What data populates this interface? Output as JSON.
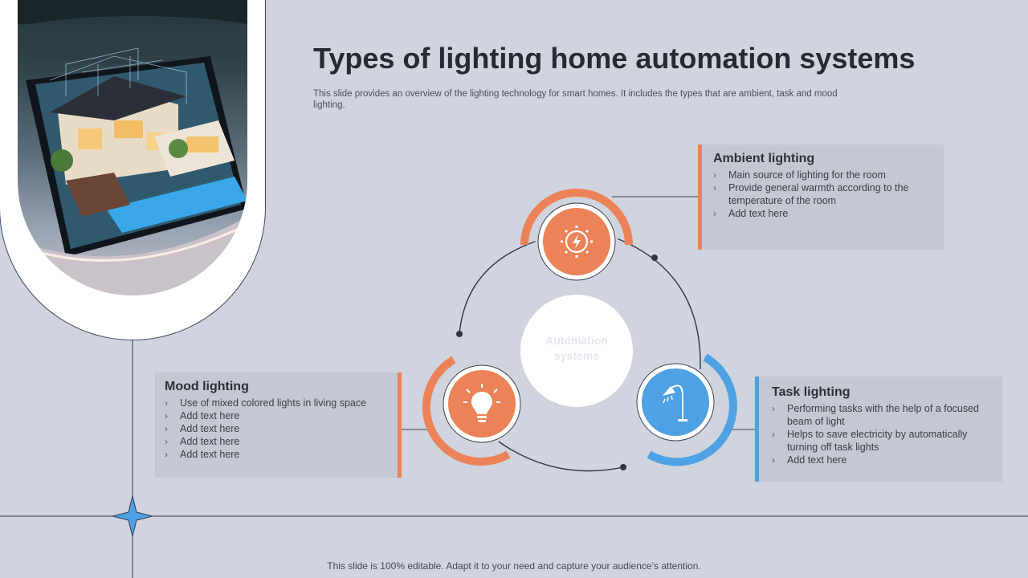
{
  "title": "Types of lighting home automation systems",
  "subtitle": "This slide provides an overview of the lighting technology for smart homes. It includes the types that are ambient, task and mood lighting.",
  "center": {
    "line1": "Automation",
    "line2": "systems"
  },
  "ambient": {
    "heading": "Ambient lighting",
    "items": [
      "Main source of lighting for the room",
      "Provide general warmth according to the temperature of the room",
      "Add text here"
    ]
  },
  "mood": {
    "heading": "Mood lighting",
    "items": [
      "Use of mixed colored lights in living space",
      "Add text here",
      "Add text here",
      "Add text here",
      "Add text here"
    ]
  },
  "task": {
    "heading": "Task lighting",
    "items": [
      "Performing tasks with the help of a focused beam of light",
      "Helps to save electricity by automatically turning off task lights",
      "Add text here"
    ]
  },
  "footer": "This slide is 100% editable. Adapt it to your need and capture your audience’s attention.",
  "icons": {
    "ambient": "gear-bolt-icon",
    "mood": "lightbulb-icon",
    "task": "floor-lamp-icon"
  },
  "colors": {
    "orange": "#ec8257",
    "blue": "#4ea1e3",
    "navy": "#2f3a52",
    "background": "#cfd4de"
  }
}
